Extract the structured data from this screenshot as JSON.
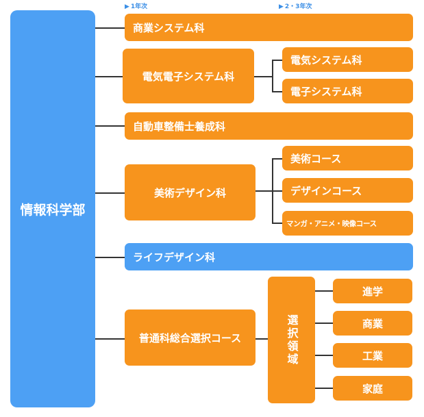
{
  "headers": {
    "year1": "1年次",
    "year23": "2・3年次"
  },
  "department": "情報科学部",
  "courses": {
    "commerce_systems": "商業システム科",
    "electrical_electronic_systems": "電気電子システム科",
    "electrical_systems": "電気システム科",
    "electronic_systems": "電子システム科",
    "auto_maintenance": "自動車整備士養成科",
    "art_design": "美術デザイン科",
    "art_course": "美術コース",
    "design_course": "デザインコース",
    "manga_course": "マンガ・アニメ・映像コース",
    "life_design": "ライフデザイン科",
    "general_elective": "普通科総合選択コース",
    "elective_area": "選択領域",
    "area_advance": "進学",
    "area_commerce": "商業",
    "area_industry": "工業",
    "area_home": "家庭"
  },
  "colors": {
    "orange": "#f7941d",
    "blue": "#4da0f4",
    "line": "#333333",
    "header": "#3a8ee6"
  }
}
